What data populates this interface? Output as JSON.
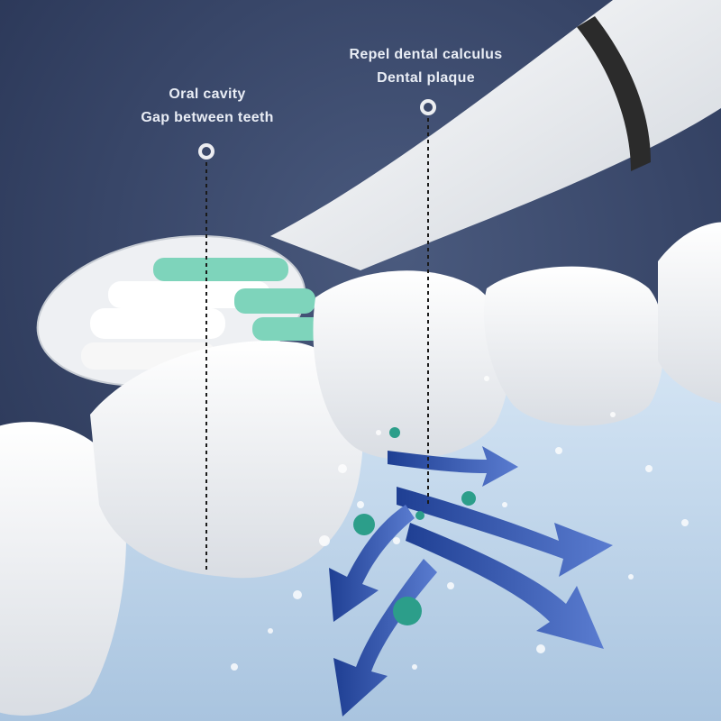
{
  "callouts": {
    "left": {
      "line1": "Oral cavity",
      "line2": "Gap between teeth"
    },
    "right": {
      "line1": "Repel dental calculus",
      "line2": "Dental plaque"
    }
  },
  "colors": {
    "background": "#33405f",
    "gum": "#c4d9ee",
    "tooth": "#f3f3f3",
    "bristle_accent": "#7ed4bb",
    "flow_arrow": "#3d5fb0",
    "bacteria": "#2c9e8a"
  }
}
